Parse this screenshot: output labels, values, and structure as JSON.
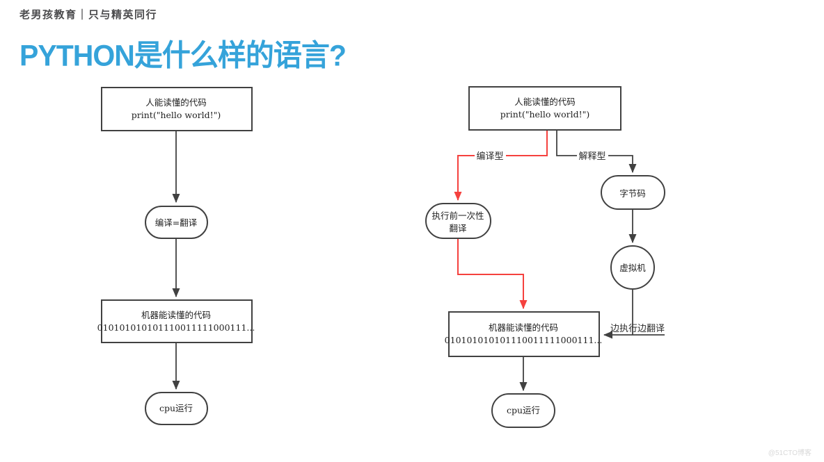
{
  "header": {
    "brand": "老男孩教育｜只与精英同行"
  },
  "title": "PYTHON是什么样的语言?",
  "watermark": "@51CTO博客",
  "colors": {
    "accent": "#35a3da",
    "line": "#414141",
    "red": "#f5413e",
    "brand": "#4b4b4d",
    "watermark": "#d9d9d9"
  },
  "left_flow": {
    "source_title": "人能读懂的代码",
    "source_code": "print(\"hello world!\")",
    "compile": "编译=翻译",
    "machine_title": "机器能读懂的代码",
    "machine_code": "010101010101110011111000111...",
    "cpu": "cpu运行"
  },
  "right_flow": {
    "source_title": "人能读懂的代码",
    "source_code": "print(\"hello world!\")",
    "branch_compiled": "编译型",
    "branch_interpreted": "解释型",
    "pre_translate_line1": "执行前一次性",
    "pre_translate_line2": "翻译",
    "bytecode": "字节码",
    "vm": "虚拟机",
    "translate_while_run": "边执行边翻译",
    "machine_title": "机器能读懂的代码",
    "machine_code": "010101010101110011111000111...",
    "cpu": "cpu运行"
  }
}
